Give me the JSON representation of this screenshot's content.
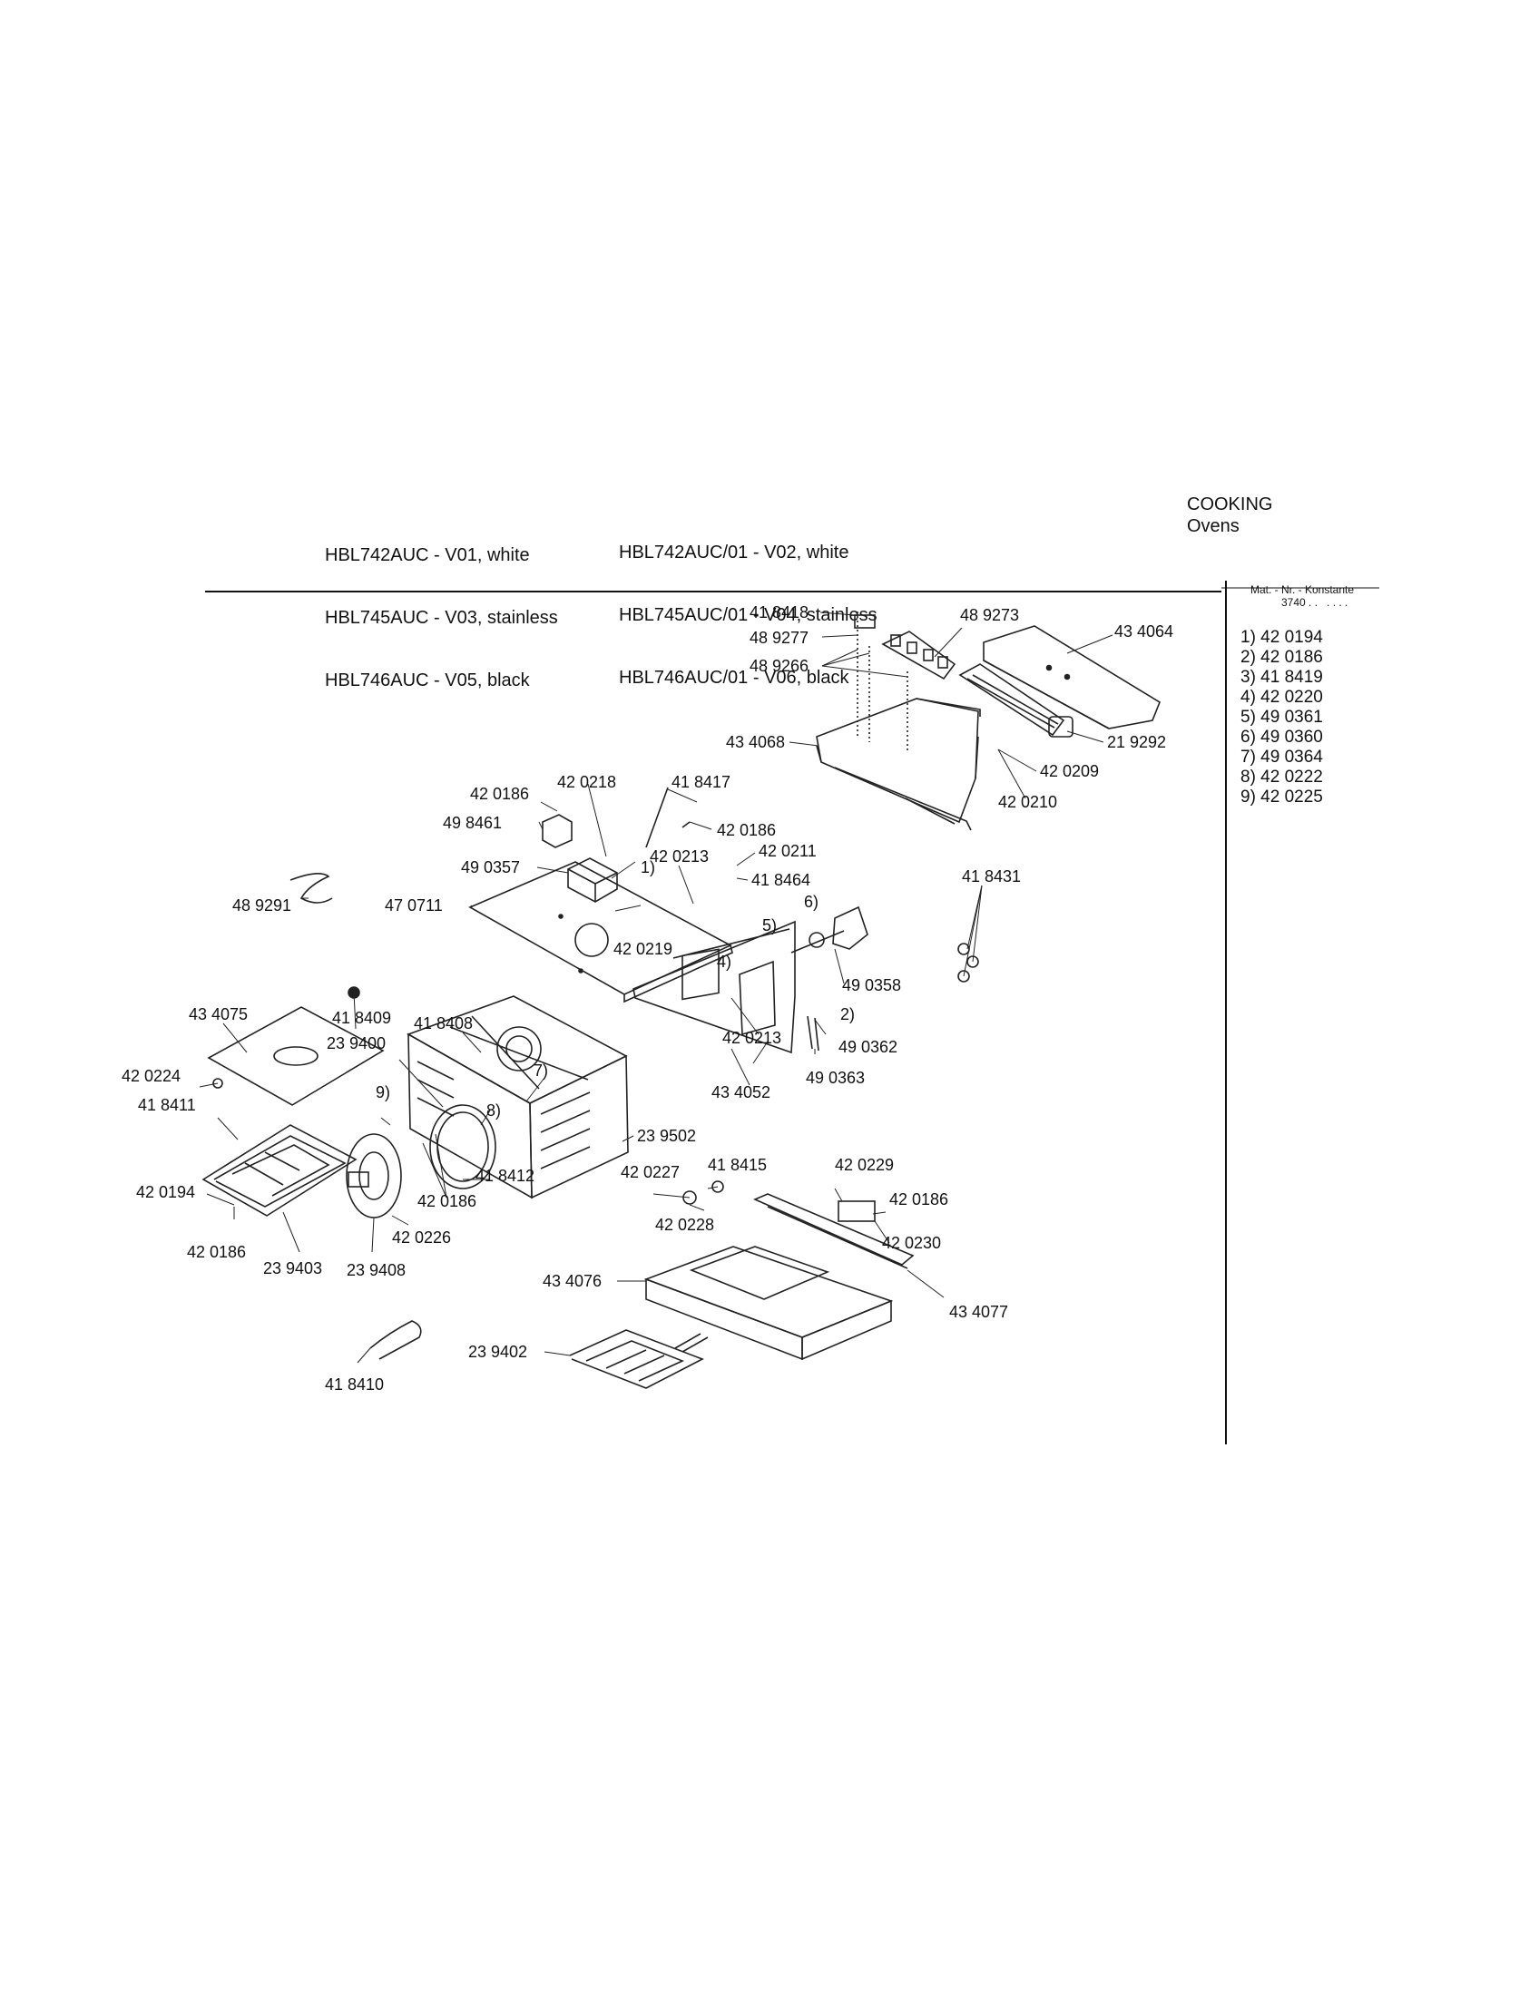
{
  "header": {
    "models_left": [
      "HBL742AUC - V01, white",
      "HBL745AUC - V03, stainless",
      "HBL746AUC - V05, black"
    ],
    "models_right": [
      "HBL742AUC/01 - V02, white",
      "HBL745AUC/01 - V04, stainless",
      "HBL746AUC/01 - V06, black"
    ],
    "category": "COOKING",
    "subcategory": "Ovens"
  },
  "konstante": {
    "heading": "Mat. - Nr. - Konstante",
    "code": "3740 . .   . . . .",
    "items": [
      "1) 42 0194",
      "2) 42 0186",
      "3) 41 8419",
      "4) 42 0220",
      "5) 49 0361",
      "6) 49 0360",
      "7) 49 0364",
      "8) 42 0222",
      "9) 42 0225"
    ]
  },
  "labels": {
    "l418418": "41 8418",
    "l489273": "48 9273",
    "l434064": "43 4064",
    "l489277": "48 9277",
    "l489266": "48 9266",
    "l434068": "43 4068",
    "l219292": "21 9292",
    "l420209": "42 0209",
    "l420210": "42 0210",
    "l420218": "42 0218",
    "l418417": "41 8417",
    "l420186a": "42 0186",
    "l498461": "49 8461",
    "l420186b": "42 0186",
    "l420213a": "42 0213",
    "l420211": "42 0211",
    "l490357": "49 0357",
    "l418464": "41 8464",
    "l418431": "41 8431",
    "l489291": "48 9291",
    "l470711": "47 0711",
    "l420219": "42 0219",
    "n1": "1)",
    "n6": "6)",
    "n4": "4)",
    "n5": "5)",
    "l490358": "49 0358",
    "n2": "2)",
    "l434075": "43 4075",
    "l418409": "41 8409",
    "l418408": "41 8408",
    "l239400": "23 9400",
    "l420213b": "42 0213",
    "l490362": "49 0362",
    "l420224": "42 0224",
    "n7": "7)",
    "l490363": "49 0363",
    "l434052": "43 4052",
    "n9": "9)",
    "l418411": "41 8411",
    "n8": "8)",
    "l239502": "23 9502",
    "l418415": "41 8415",
    "l420229": "42 0229",
    "l420227": "42 0227",
    "l418412": "41 8412",
    "l420186c": "42 0186",
    "l420194": "42 0194",
    "l420186d": "42 0186",
    "l420228": "42 0228",
    "l420226": "42 0226",
    "l420230": "42 0230",
    "l420186e": "42 0186",
    "l239403": "23 9403",
    "l239408": "23 9408",
    "l434076": "43 4076",
    "l434077": "43 4077",
    "l239402": "23 9402",
    "l418410": "41 8410"
  }
}
